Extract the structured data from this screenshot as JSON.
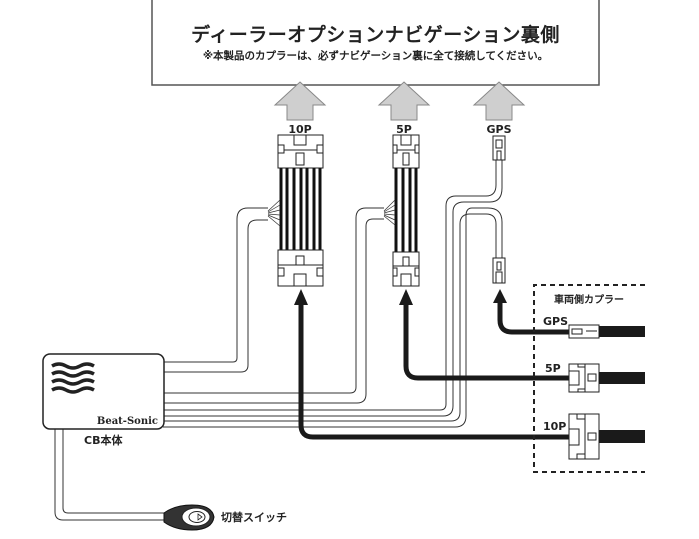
{
  "header_box": {
    "title": "ディーラーオプションナビゲーション裏側",
    "note": "※本製品のカプラーは、必ずナビゲーション裏に全て接続してください。"
  },
  "navi_connectors": [
    {
      "id": "10p",
      "label": "10P"
    },
    {
      "id": "5p",
      "label": "5P"
    },
    {
      "id": "gps",
      "label": "GPS"
    }
  ],
  "vehicle_side": {
    "title": "車両側カプラー",
    "connectors": [
      {
        "id": "gps",
        "label": "GPS"
      },
      {
        "id": "5p",
        "label": "5P"
      },
      {
        "id": "10p",
        "label": "10P"
      }
    ]
  },
  "cb_unit": {
    "brand": "Beat-Sonic",
    "label": "CB本体"
  },
  "switch": {
    "label": "切替スイッチ"
  },
  "colors": {
    "arrow_fill": "#cfcfcf",
    "line": "#222222",
    "cable_thick": "#1a1a1a",
    "box_border": "#555555"
  }
}
